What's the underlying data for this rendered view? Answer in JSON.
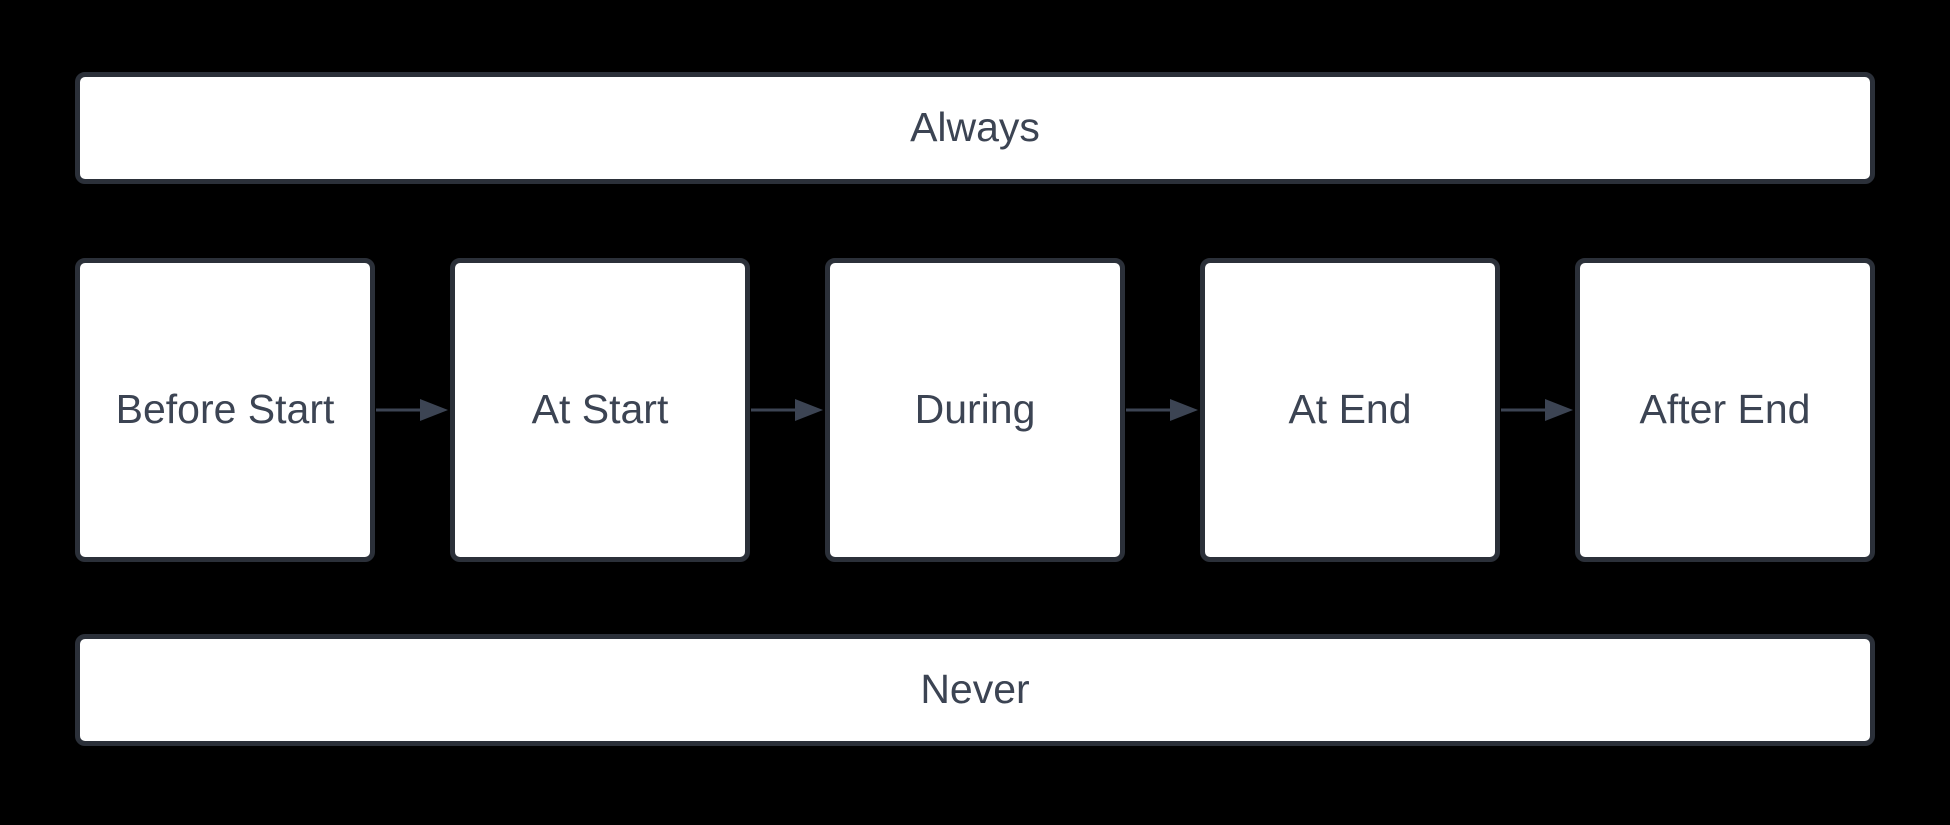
{
  "colors": {
    "background": "#000000",
    "node_fill": "#ffffff",
    "node_border": "#2b3039",
    "text": "#3c4453",
    "arrow": "#3c4453"
  },
  "diagram": {
    "top_band": {
      "label": "Always"
    },
    "bottom_band": {
      "label": "Never"
    },
    "timeline": {
      "nodes": [
        {
          "id": "before-start",
          "label": "Before Start"
        },
        {
          "id": "at-start",
          "label": "At Start"
        },
        {
          "id": "during",
          "label": "During"
        },
        {
          "id": "at-end",
          "label": "At End"
        },
        {
          "id": "after-end",
          "label": "After End"
        }
      ],
      "edges": [
        {
          "from": "Before Start",
          "to": "At Start"
        },
        {
          "from": "At Start",
          "to": "During"
        },
        {
          "from": "During",
          "to": "At End"
        },
        {
          "from": "At End",
          "to": "After End"
        }
      ]
    }
  }
}
